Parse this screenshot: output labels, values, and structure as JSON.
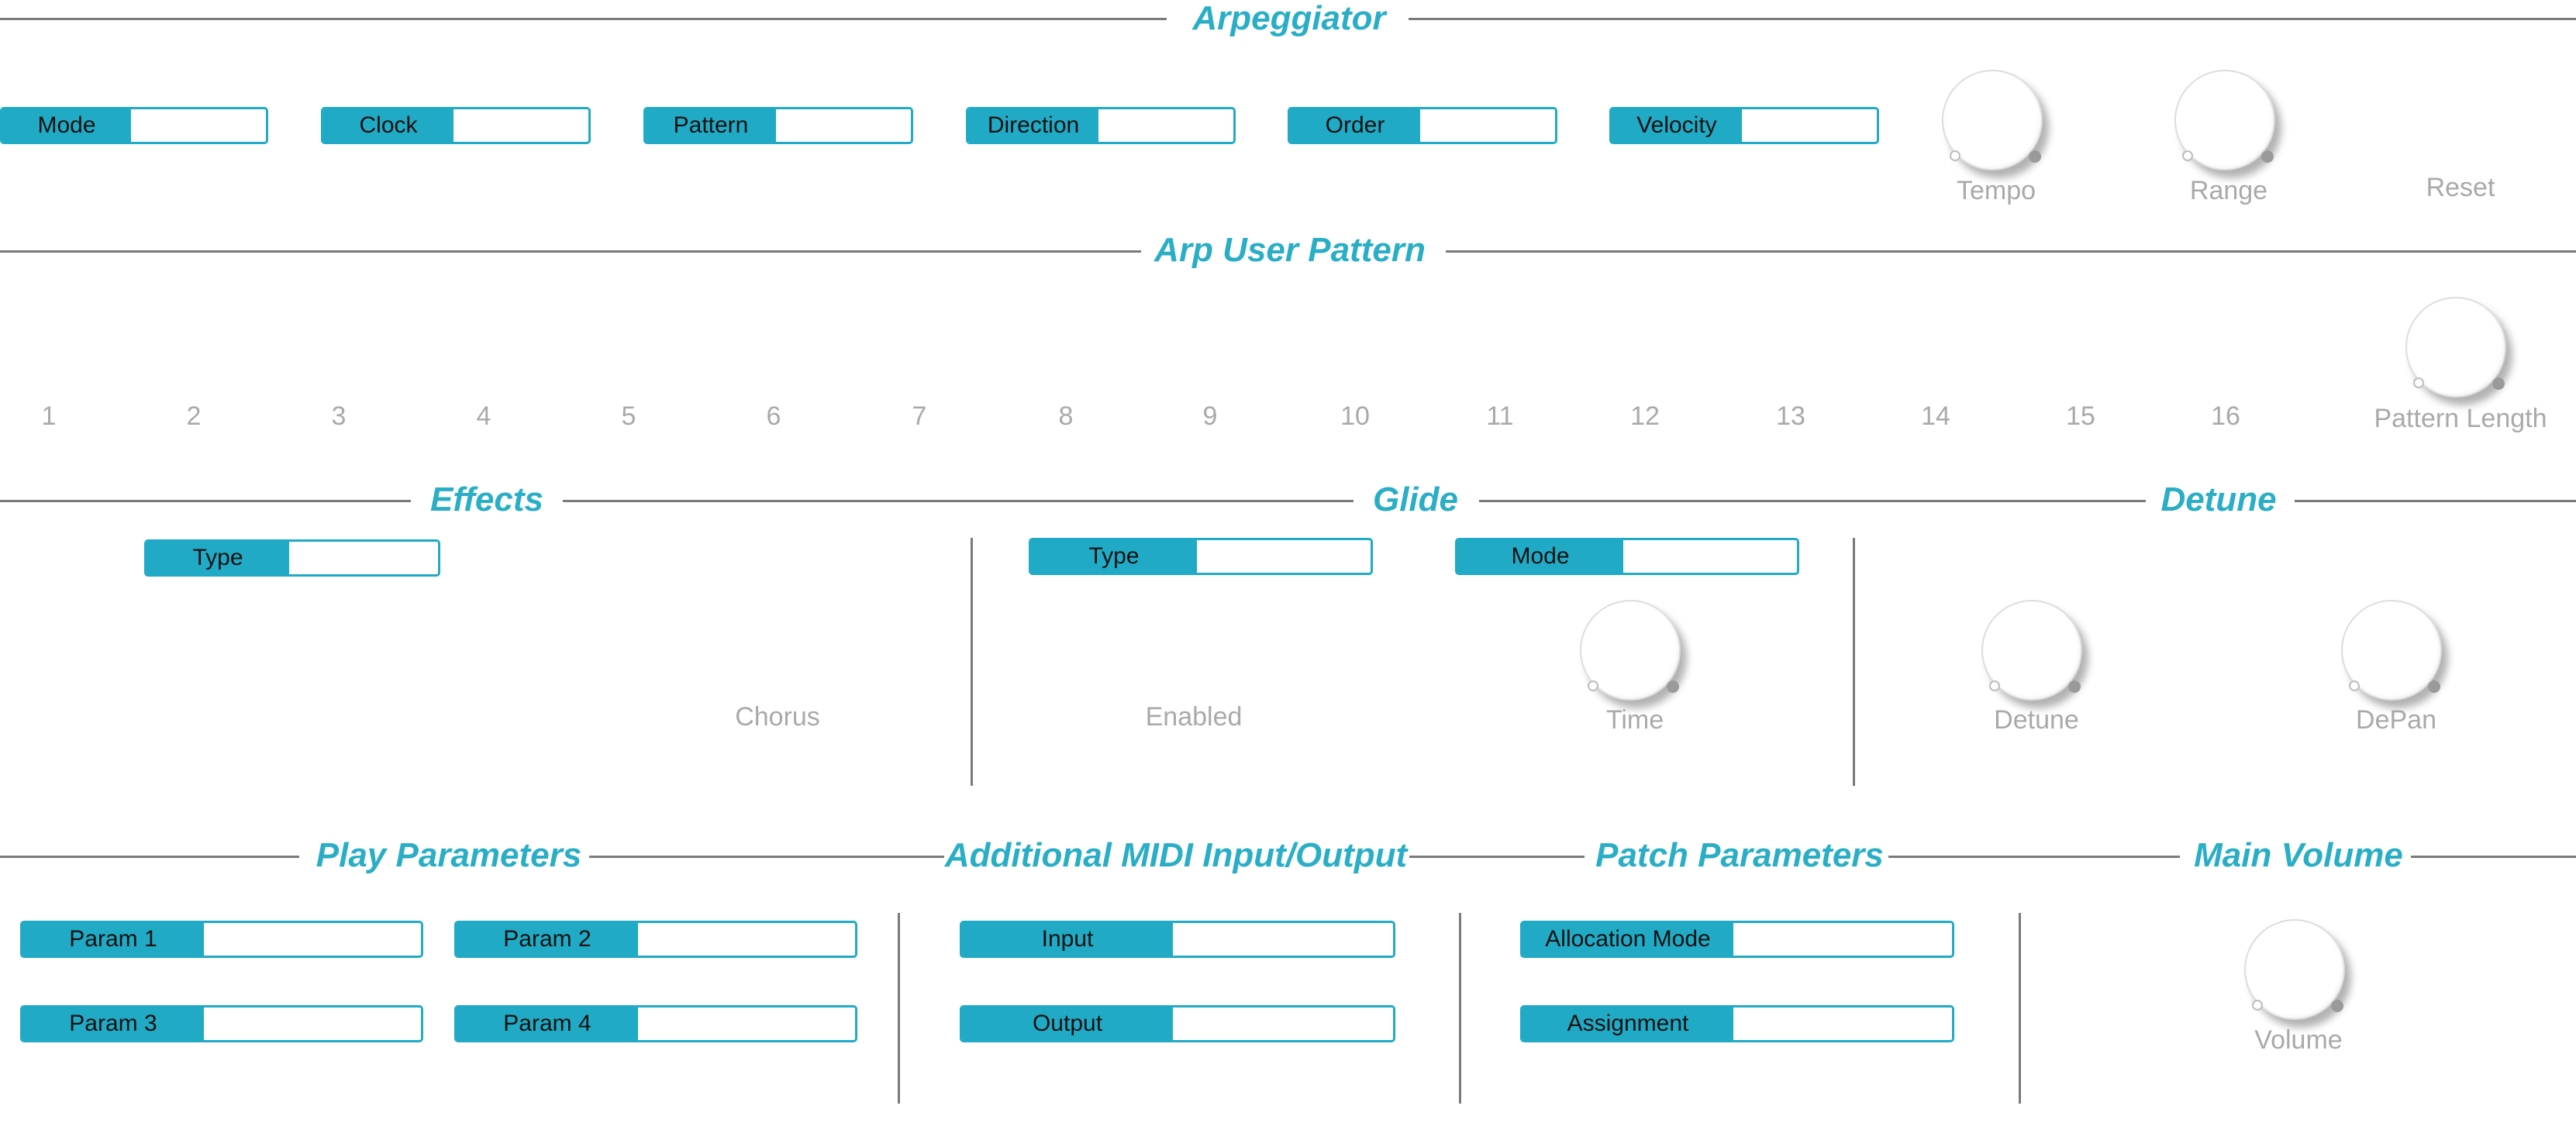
{
  "colors": {
    "accent": "#21aac5",
    "title": "#2aaec6",
    "line": "#7a7a7a",
    "label_gray": "#a9a9a9"
  },
  "arpeggiator": {
    "title": "Arpeggiator",
    "mode": "Mode",
    "clock": "Clock",
    "pattern": "Pattern",
    "direction": "Direction",
    "order": "Order",
    "velocity": "Velocity",
    "tempo": "Tempo",
    "range": "Range",
    "reset": "Reset"
  },
  "arp_user_pattern": {
    "title": "Arp User Pattern",
    "steps": [
      "1",
      "2",
      "3",
      "4",
      "5",
      "6",
      "7",
      "8",
      "9",
      "10",
      "11",
      "12",
      "13",
      "14",
      "15",
      "16"
    ],
    "pattern_length": "Pattern Length"
  },
  "effects": {
    "title": "Effects",
    "type": "Type",
    "chorus": "Chorus"
  },
  "glide": {
    "title": "Glide",
    "type": "Type",
    "mode": "Mode",
    "enabled": "Enabled",
    "time": "Time"
  },
  "detune": {
    "title": "Detune",
    "detune": "Detune",
    "depan": "DePan"
  },
  "play_parameters": {
    "title": "Play Parameters",
    "param1": "Param 1",
    "param2": "Param 2",
    "param3": "Param 3",
    "param4": "Param 4"
  },
  "midi_io": {
    "title": "Additional MIDI Input/Output",
    "input": "Input",
    "output": "Output"
  },
  "patch_parameters": {
    "title": "Patch Parameters",
    "allocation_mode": "Allocation Mode",
    "assignment": "Assignment"
  },
  "main_volume": {
    "title": "Main Volume",
    "volume": "Volume"
  }
}
